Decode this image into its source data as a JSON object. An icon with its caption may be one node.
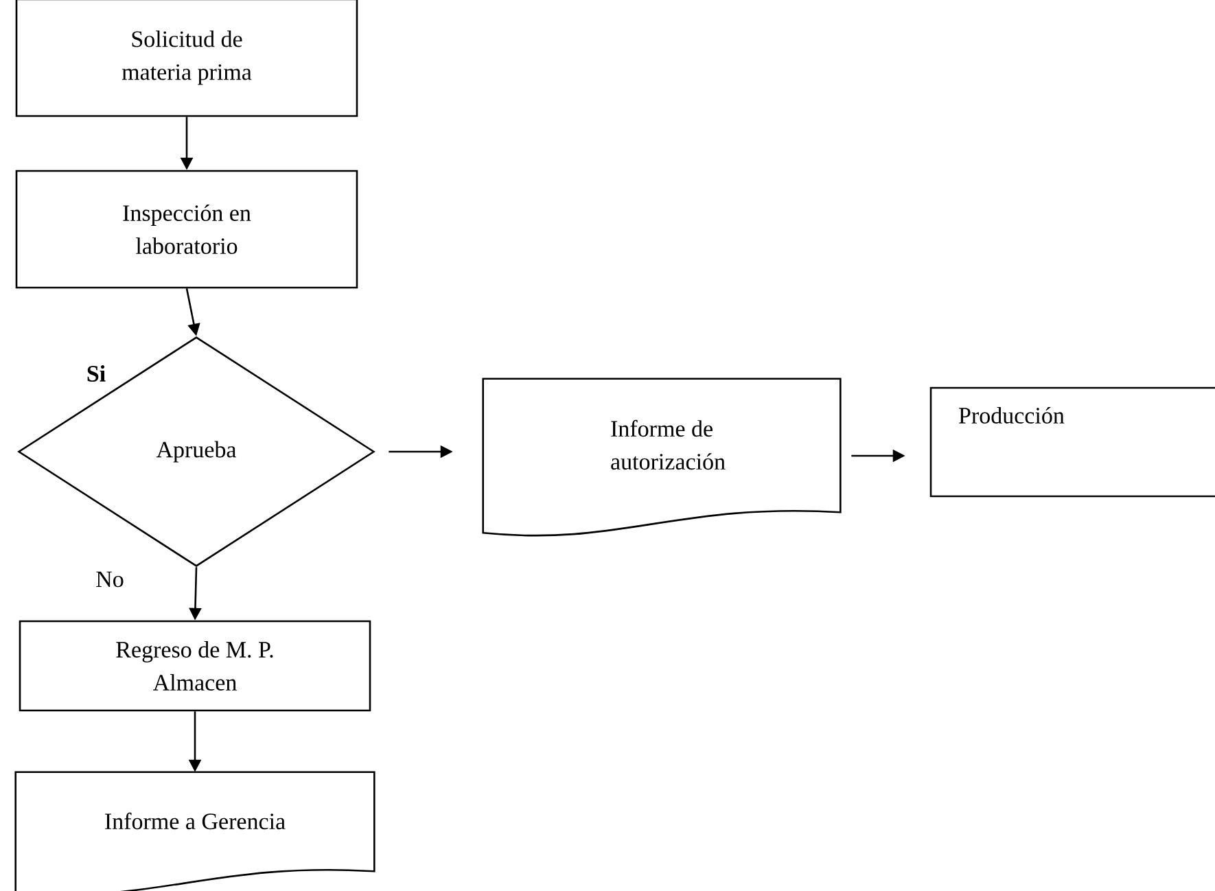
{
  "diagram": {
    "nodes": [
      {
        "text": [
          "Solicitud de materia prima"
        ]
      },
      {
        "text": [
          "Inspección en laboratorio"
        ]
      },
      {
        "text": [
          "Aprueba"
        ]
      },
      {
        "text": [
          "Informe de autorización"
        ]
      },
      {
        "text": [
          "Producción"
        ]
      },
      {
        "text": [
          "Regreso de M. P. Almacen"
        ]
      },
      {
        "text": [
          "Informe a Gerencia"
        ]
      }
    ],
    "edges": [
      {
        "from": 0,
        "to": 1,
        "arrow": "to"
      },
      {
        "from": 1,
        "to": 2,
        "arrow": "to"
      },
      {
        "from": 2,
        "to": 3,
        "arrow": "to"
      },
      {
        "from": 3,
        "to": 4,
        "arrow": "to"
      },
      {
        "from": 2,
        "to": 5,
        "arrow": "to"
      },
      {
        "from": 5,
        "to": 6,
        "arrow": "to"
      }
    ],
    "labels": [
      "**Si**",
      "No"
    ]
  }
}
